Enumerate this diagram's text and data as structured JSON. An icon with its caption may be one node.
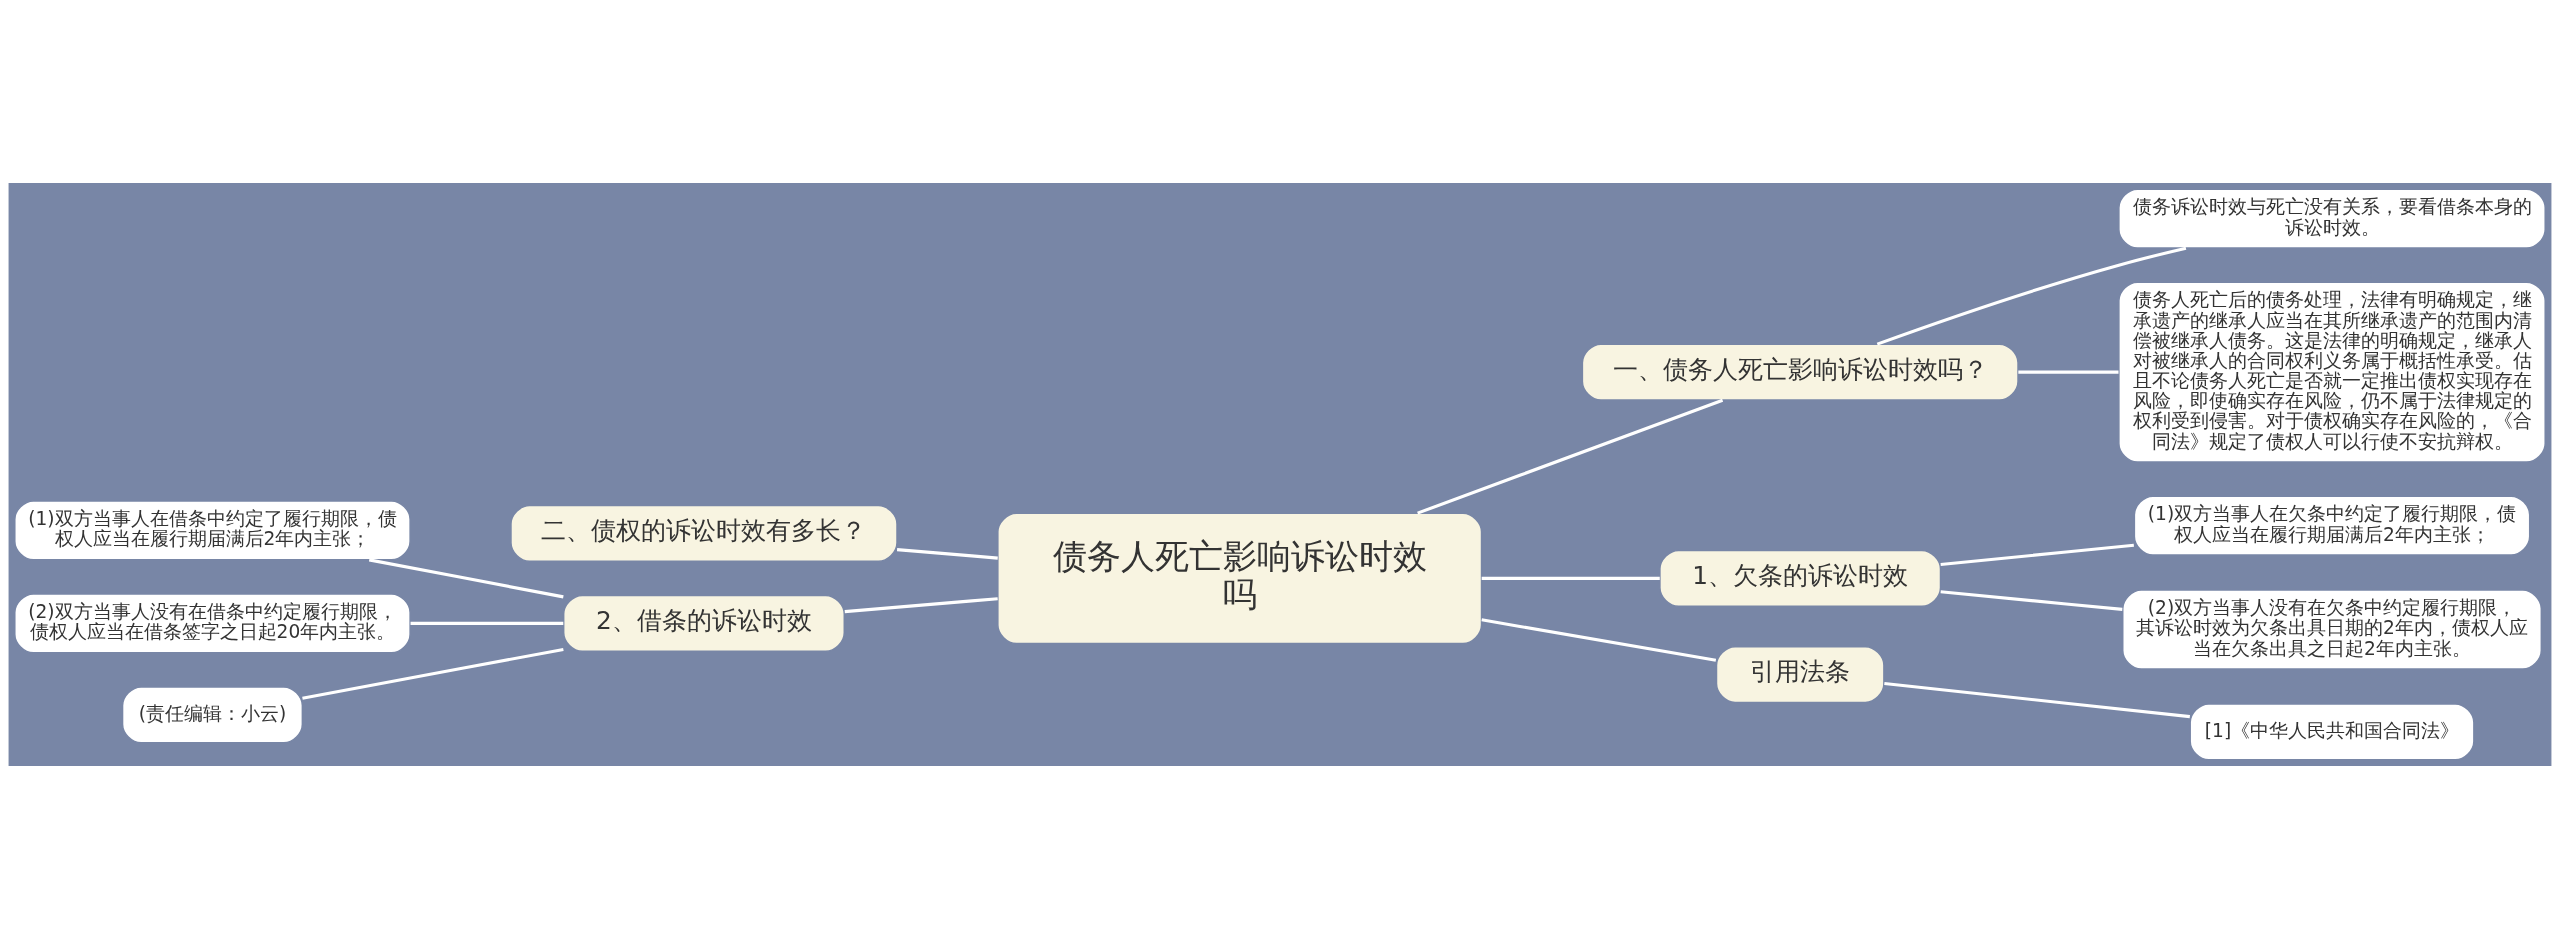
{
  "diagram": {
    "nodes": [
      {
        "text": [
          "债务人死亡影响诉讼时效吗"
        ]
      },
      {
        "text": [
          "一、债务人死亡影响诉讼时效吗？"
        ]
      },
      {
        "text": [
          "债务诉讼时效与死亡没有关系，要看借条本身的诉讼时效。"
        ]
      },
      {
        "text": [
          "债务人死亡后的债务处理，法律有明确规定，继承遗产的继承人应当在其所继承遗产的范围内清偿被继承人债务。这是法律的明确规定，继承人对被继承人的合同权利义务属于概括性承受。估且不论债务人死亡是否就一定推出债权实现存在风险，即使确实存在风险，仍不属于法律规定的权利受到侵害。对于债权确实存在风险的，《合同法》规定了债权人可以行使不安抗辩权。"
        ]
      },
      {
        "text": [
          "二、债权的诉讼时效有多长？"
        ]
      },
      {
        "text": [
          "2、借条的诉讼时效"
        ]
      },
      {
        "text": [
          "(1)双方当事人在借条中约定了履行期限，债权人应当在履行期届满后2年内主张；"
        ]
      },
      {
        "text": [
          "(2)双方当事人没有在借条中约定履行期限，债权人应当在借条签字之日起20年内主张。"
        ]
      },
      {
        "text": [
          "(责任编辑：小云)"
        ]
      },
      {
        "text": [
          "1、欠条的诉讼时效"
        ]
      },
      {
        "text": [
          "(1)双方当事人在欠条中约定了履行期限，债权人应当在履行期届满后2年内主张；"
        ]
      },
      {
        "text": [
          "(2)双方当事人没有在欠条中约定履行期限，其诉讼时效为欠条出具日期的2年内，债权人应当在欠条出具之日起2年内主张。"
        ]
      },
      {
        "text": [
          "引用法条"
        ]
      },
      {
        "text": [
          "[1]《中华人民共和国合同法》"
        ]
      }
    ],
    "edges": [
      {
        "from": 0,
        "to": 1,
        "arrow": "none"
      },
      {
        "from": 1,
        "to": 2,
        "arrow": "none"
      },
      {
        "from": 1,
        "to": 3,
        "arrow": "none"
      },
      {
        "from": 0,
        "to": 4,
        "arrow": "none"
      },
      {
        "from": 0,
        "to": 5,
        "arrow": "none"
      },
      {
        "from": 5,
        "to": 6,
        "arrow": "none"
      },
      {
        "from": 5,
        "to": 7,
        "arrow": "none"
      },
      {
        "from": 5,
        "to": 8,
        "arrow": "none"
      },
      {
        "from": 0,
        "to": 9,
        "arrow": "none"
      },
      {
        "from": 9,
        "to": 10,
        "arrow": "none"
      },
      {
        "from": 9,
        "to": 11,
        "arrow": "none"
      },
      {
        "from": 0,
        "to": 12,
        "arrow": "none"
      },
      {
        "from": 12,
        "to": 13,
        "arrow": "none"
      }
    ]
  }
}
